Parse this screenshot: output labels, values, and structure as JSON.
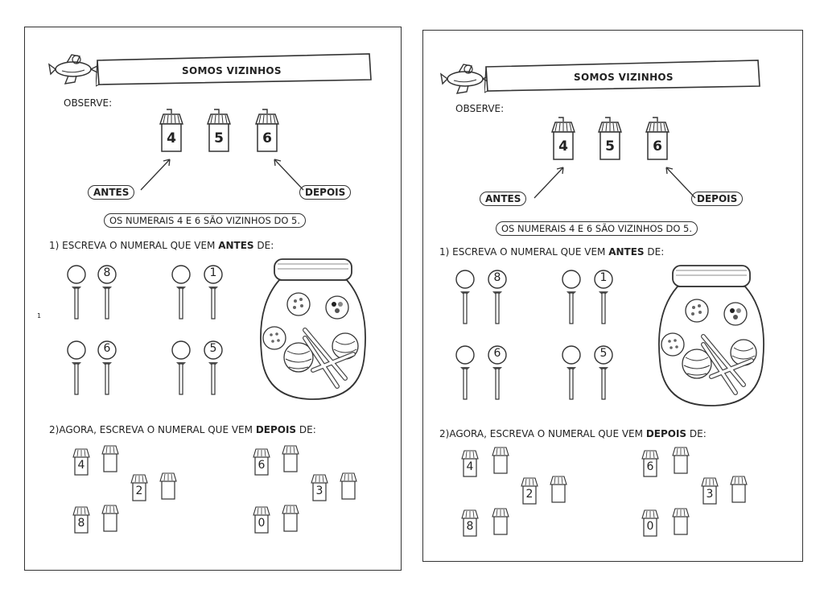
{
  "worksheet": {
    "title": "SOMOS VIZINHOS",
    "observe": "OBSERVE:",
    "example_numbers": [
      "4",
      "5",
      "6"
    ],
    "antes_label": "ANTES",
    "depois_label": "DEPOIS",
    "summary": "OS NUMERAIS 4 E 6 SÃO VIZINHOS DO 5.",
    "q1_prefix": "1) ESCREVA O NUMERAL QUE VEM ",
    "q1_bold": "ANTES",
    "q1_suffix": " DE:",
    "q1_numbers": [
      "8",
      "1",
      "6",
      "5"
    ],
    "q2_prefix": "2)AGORA, ESCREVA O NUMERAL QUE VEM ",
    "q2_bold": "DEPOIS",
    "q2_suffix": " DE:",
    "q2_numbers": [
      "4",
      "2",
      "8",
      "6",
      "3",
      "0"
    ]
  },
  "page_mark": "1"
}
